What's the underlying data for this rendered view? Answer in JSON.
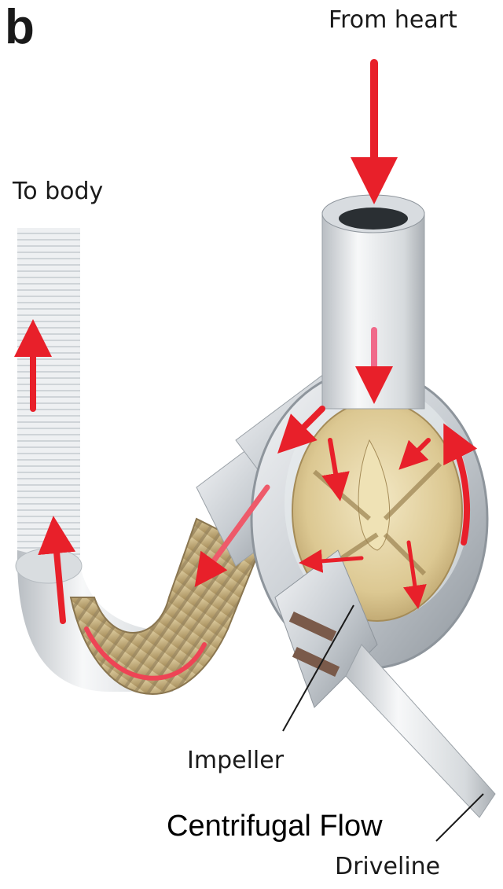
{
  "figure": {
    "panel_letter": "b",
    "labels": {
      "from_heart": "From heart",
      "to_body": "To body",
      "impeller": "Impeller",
      "centrifugal_flow": "Centrifugal Flow",
      "driveline": "Driveline"
    },
    "colors": {
      "flow_arrow": "#e8202a",
      "housing": "#d4d8dc",
      "impeller": "#e6d6a6",
      "graft": "#c9b384"
    }
  }
}
